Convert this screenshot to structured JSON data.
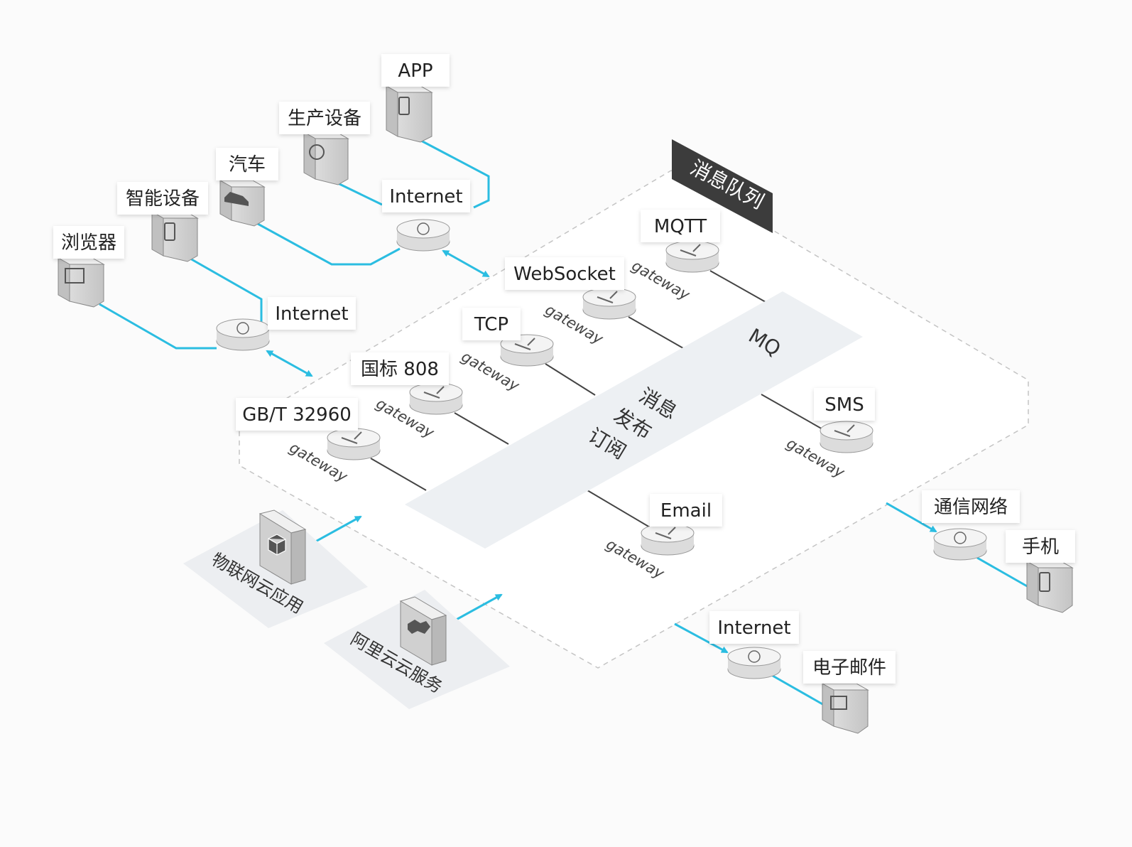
{
  "queue": {
    "title": "消息队列",
    "bus_mq": "MQ",
    "bus_pubsub_line1": "消息",
    "bus_pubsub_line2": "发布",
    "bus_pubsub_line3": "订阅"
  },
  "gateway_word": "gateway",
  "gateways": [
    "MQTT",
    "WebSocket",
    "TCP",
    "国标 808",
    "GB/T 32960",
    "SMS",
    "Email"
  ],
  "internet_label": "Internet",
  "network_label": "通信网络",
  "devices": {
    "app": "APP",
    "production": "生产设备",
    "car": "汽车",
    "smart": "智能设备",
    "browser": "浏览器",
    "phone": "手机",
    "email": "电子邮件"
  },
  "cloud": {
    "iot_app": "物联网云应用",
    "aliyun": "阿里云云服务"
  }
}
